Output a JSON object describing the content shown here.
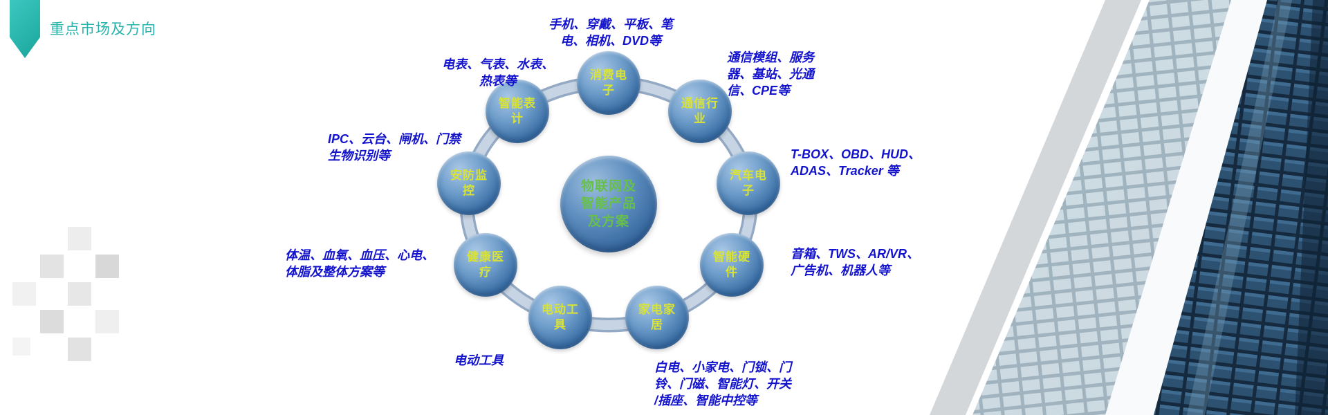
{
  "colors": {
    "accent_teal": "#2ab3ab",
    "annotation_blue": "#1313cd",
    "node_blue": "#3a6ea5",
    "node_text_yellow_green": "#d9e335",
    "center_text_green": "#66c04a",
    "ring_gray_blue": "#c7d4e4"
  },
  "header": {
    "title": "重点市场及方向"
  },
  "diagram": {
    "center_label": "物联网及\n智能产品\n及方案",
    "nodes": [
      {
        "key": "consumer-electronics",
        "label": "消费电\n子",
        "annotation": "手机、穿戴、平板、笔\n电、相机、DVD等"
      },
      {
        "key": "telecom-industry",
        "label": "通信行\n业",
        "annotation": "通信模组、服务\n器、基站、光通\n信、CPE等"
      },
      {
        "key": "automotive-electronics",
        "label": "汽车电\n子",
        "annotation": "T-BOX、OBD、HUD、\nADAS、Tracker 等"
      },
      {
        "key": "smart-hardware",
        "label": "智能硬\n件",
        "annotation": "音箱、TWS、AR/VR、\n广告机、机器人等"
      },
      {
        "key": "home-appliances",
        "label": "家电家\n居",
        "annotation": "白电、小家电、门锁、门\n铃、门磁、智能灯、开关\n/插座、智能中控等"
      },
      {
        "key": "power-tools",
        "label": "电动工\n具",
        "annotation": "电动工具"
      },
      {
        "key": "healthcare",
        "label": "健康医\n疗",
        "annotation": "体温、血氧、血压、心电、\n体脂及整体方案等"
      },
      {
        "key": "security-monitoring",
        "label": "安防监\n控",
        "annotation": "IPC、云台、闸机、门禁\n生物识别等"
      },
      {
        "key": "smart-meters",
        "label": "智能表\n计",
        "annotation": "电表、气表、水表、\n热表等"
      }
    ]
  }
}
